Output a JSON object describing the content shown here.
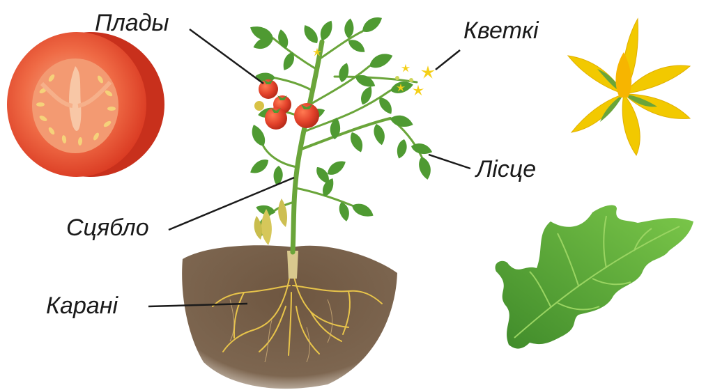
{
  "labels": {
    "fruits": "Плады",
    "flowers": "Кветкі",
    "leaves": "Лісце",
    "stem": "Сцябло",
    "roots": "Карані"
  },
  "colors": {
    "soil": "#6e5640",
    "stem": "#6aa53a",
    "leaf": "#4f9a32",
    "leaf_light": "#63b63e",
    "fruit": "#e2412a",
    "flower": "#f4cf16",
    "root": "#e8c44a"
  }
}
